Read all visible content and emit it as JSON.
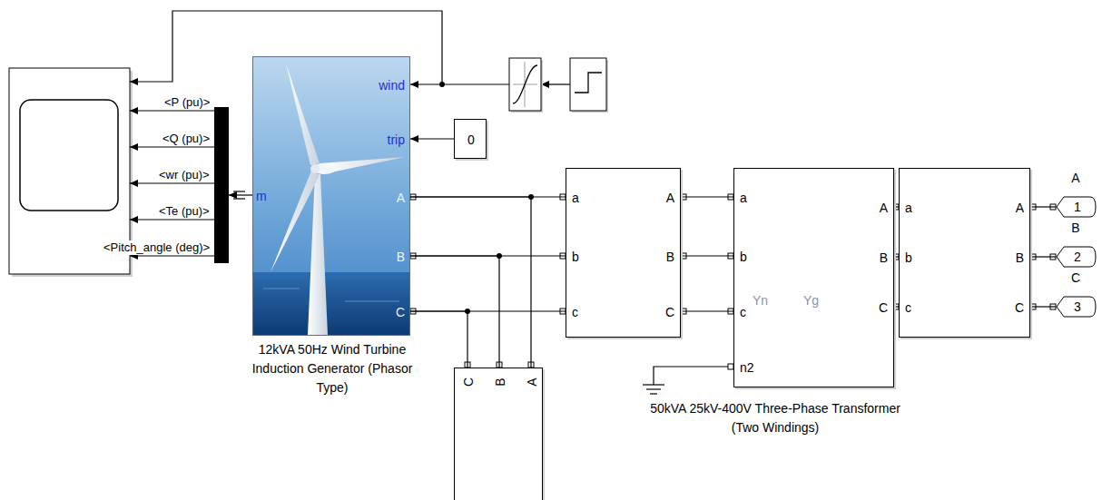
{
  "diagram": {
    "nodes": [
      {
        "text": [
          "wind",
          "trip",
          "A",
          "B",
          "C",
          "m",
          "12kVA 50Hz Wind Turbine Induction Generator (Phasor Type)"
        ]
      },
      {
        "text": [
          "0"
        ]
      },
      {
        "text": [
          "a",
          "b",
          "c",
          "A",
          "B",
          "C"
        ]
      },
      {
        "text": [
          "a",
          "b",
          "c",
          "n2",
          "A",
          "B",
          "C",
          "Yn",
          "Yg",
          "50kVA 25kV-400V Three-Phase Transformer (Two Windings)"
        ]
      },
      {
        "text": [
          "a",
          "b",
          "c",
          "A",
          "B",
          "C"
        ]
      },
      {
        "text": [
          "C",
          "B",
          "A"
        ]
      },
      {
        "text": [
          "A",
          "1"
        ]
      },
      {
        "text": [
          "B",
          "2"
        ]
      },
      {
        "text": [
          "C",
          "3"
        ]
      }
    ],
    "edges": [
      {
        "from": 1,
        "to": 0,
        "arrow": "to"
      },
      {
        "from": 0,
        "to": 2,
        "arrow": "none"
      },
      {
        "from": 0,
        "to": 2,
        "arrow": "none"
      },
      {
        "from": 0,
        "to": 2,
        "arrow": "none"
      },
      {
        "from": 0,
        "to": 5,
        "arrow": "none"
      },
      {
        "from": 0,
        "to": 5,
        "arrow": "none"
      },
      {
        "from": 0,
        "to": 5,
        "arrow": "none"
      },
      {
        "from": 2,
        "to": 3,
        "arrow": "none"
      },
      {
        "from": 2,
        "to": 3,
        "arrow": "none"
      },
      {
        "from": 2,
        "to": 3,
        "arrow": "none"
      },
      {
        "from": 3,
        "to": 4,
        "arrow": "none"
      },
      {
        "from": 3,
        "to": 4,
        "arrow": "none"
      },
      {
        "from": 3,
        "to": 4,
        "arrow": "none"
      },
      {
        "from": 4,
        "to": 6,
        "arrow": "none"
      },
      {
        "from": 4,
        "to": 7,
        "arrow": "none"
      },
      {
        "from": 4,
        "to": 8,
        "arrow": "none"
      }
    ],
    "labels": [
      "<P (pu)>",
      "<Q (pu)>",
      "<wr (pu)>",
      "<Te (pu)>",
      "<Pitch_angle (deg)>"
    ]
  }
}
